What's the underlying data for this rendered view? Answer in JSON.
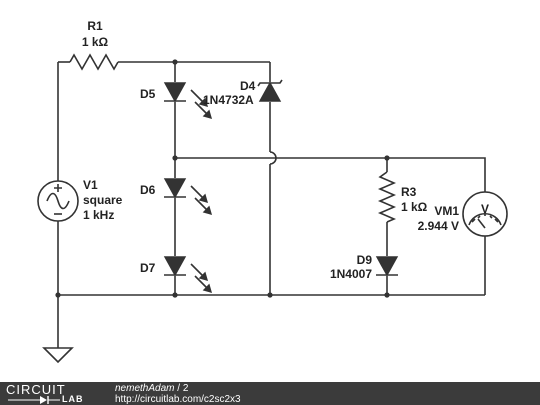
{
  "components": {
    "r1": {
      "name": "R1",
      "value": "1 kΩ"
    },
    "d4": {
      "name": "D4",
      "part": "1N4732A"
    },
    "d5": {
      "name": "D5"
    },
    "d6": {
      "name": "D6"
    },
    "d7": {
      "name": "D7"
    },
    "v1": {
      "name": "V1",
      "type": "square",
      "freq": "1 kHz"
    },
    "r3": {
      "name": "R3",
      "value": "1 kΩ"
    },
    "d9": {
      "name": "D9",
      "part": "1N4007"
    },
    "vm1": {
      "name": "VM1",
      "reading": "2.944 V",
      "symbol": "V"
    }
  },
  "footer": {
    "logo_top": "CIRCUIT",
    "logo_bottom": "LAB",
    "author": "nemethAdam",
    "separator": " / ",
    "circuit_number": "2",
    "url": "http://circuitlab.com/c2sc2x3"
  },
  "colors": {
    "wire": "#333333",
    "footer_bg": "#3b3b3b",
    "footer_text": "#ffffff"
  }
}
